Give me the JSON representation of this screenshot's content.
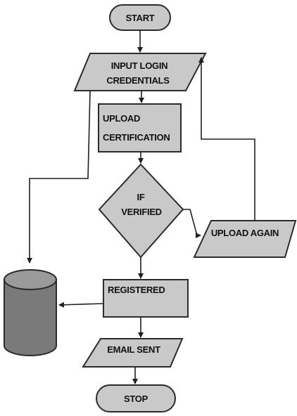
{
  "flowchart": {
    "start_label": "START",
    "input_label_line1": "INPUT LOGIN",
    "input_label_line2": "CREDENTIALS",
    "upload_cert_line1": "UPLOAD",
    "upload_cert_line2": "CERTIFICATION",
    "decision_line1": "IF",
    "decision_line2": "VERIFIED",
    "upload_again_label": "UPLOAD AGAIN",
    "registered_label": "REGISTERED",
    "email_label": "EMAIL SENT",
    "stop_label": "STOP"
  },
  "colors": {
    "shape_fill": "#c9c9c9",
    "shape_stroke": "#2b2b2b",
    "database_fill": "#7a7a7a",
    "arrow": "#1f1f1f"
  }
}
